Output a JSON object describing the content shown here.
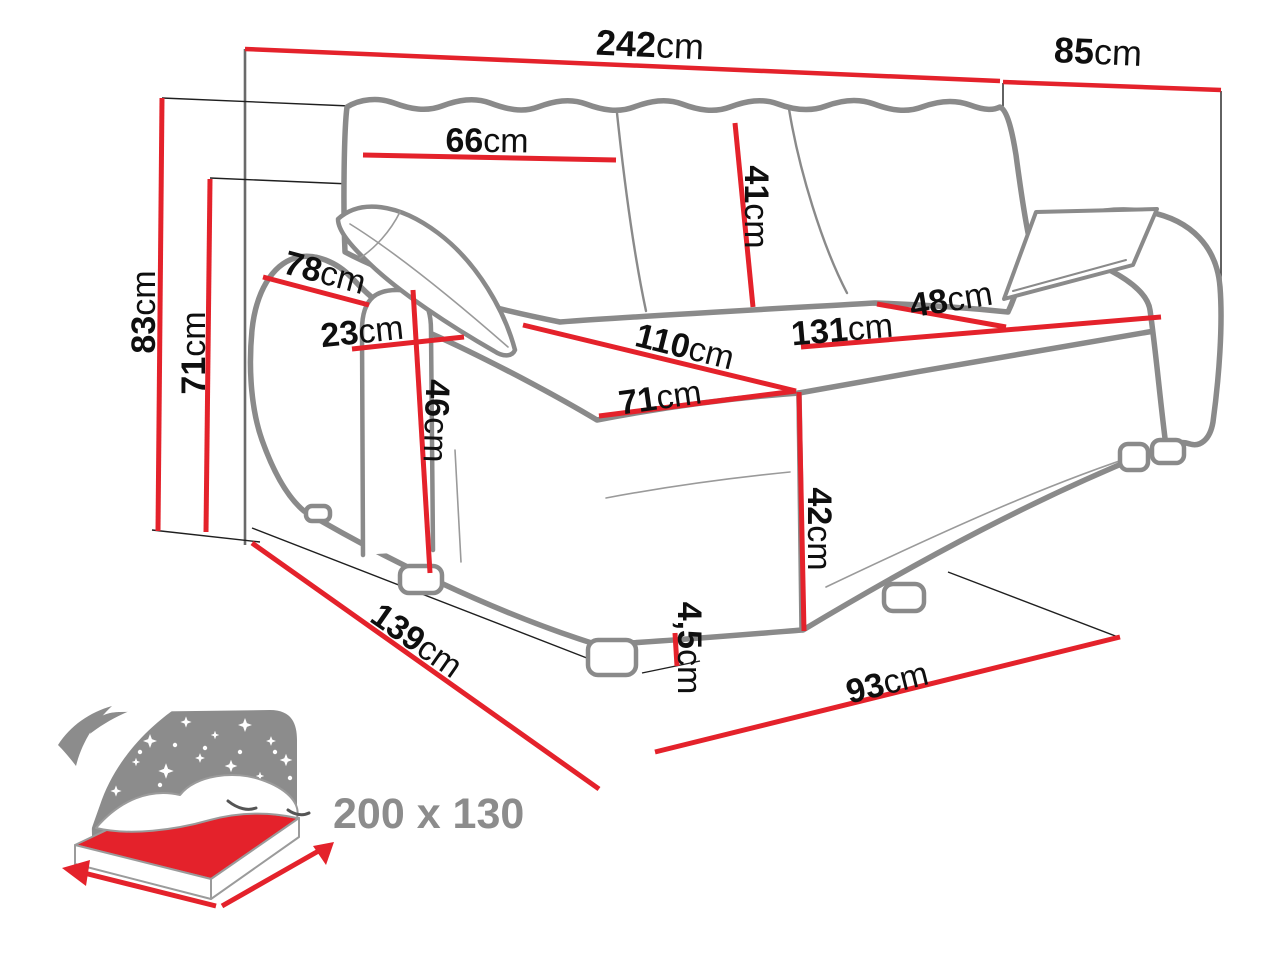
{
  "diagram": {
    "type": "furniture-dimension-diagram",
    "subject": "corner sofa bed with chaise",
    "unit": "cm",
    "colors": {
      "measure_red": "#e4222b",
      "outline_gray": "#8a8a8a",
      "construction_black": "#1f1f1f",
      "text_black": "#0f0f0f",
      "icon_gray": "#8c8c8c"
    },
    "measurements": [
      {
        "name": "total-width",
        "value": "242",
        "unit": "cm"
      },
      {
        "name": "side-depth",
        "value": "85",
        "unit": "cm"
      },
      {
        "name": "back-cushion-width",
        "value": "66",
        "unit": "cm"
      },
      {
        "name": "back-cushion-height",
        "value": "41",
        "unit": "cm"
      },
      {
        "name": "total-height",
        "value": "83",
        "unit": "cm"
      },
      {
        "name": "backrest-height",
        "value": "71",
        "unit": "cm"
      },
      {
        "name": "armrest-depth",
        "value": "78",
        "unit": "cm"
      },
      {
        "name": "armrest-width",
        "value": "23",
        "unit": "cm"
      },
      {
        "name": "armrest-height",
        "value": "46",
        "unit": "cm"
      },
      {
        "name": "chaise-length",
        "value": "110",
        "unit": "cm"
      },
      {
        "name": "chaise-seat-width",
        "value": "71",
        "unit": "cm"
      },
      {
        "name": "seat-length",
        "value": "131",
        "unit": "cm"
      },
      {
        "name": "seat-depth",
        "value": "48",
        "unit": "cm"
      },
      {
        "name": "seat-height",
        "value": "42",
        "unit": "cm"
      },
      {
        "name": "leg-height",
        "value": "4,5",
        "unit": "cm"
      },
      {
        "name": "base-front-width",
        "value": "93",
        "unit": "cm"
      },
      {
        "name": "chaise-side-length",
        "value": "139",
        "unit": "cm"
      }
    ],
    "sleeping_area": {
      "label": "200 x 130"
    }
  }
}
